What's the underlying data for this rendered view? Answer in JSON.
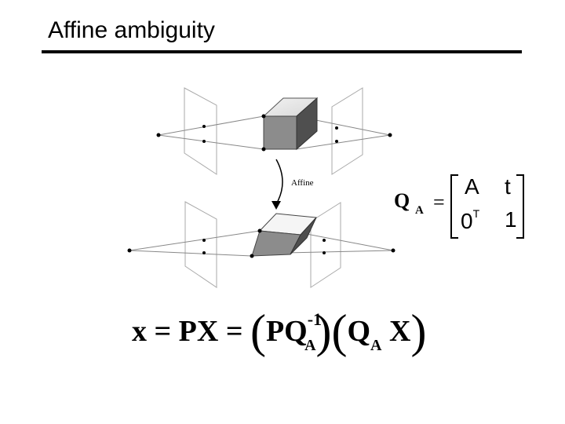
{
  "slide": {
    "title": "Affine ambiguity"
  },
  "diagram": {
    "transform_label": "Affine"
  },
  "matrix_equation": {
    "lhs": "Q",
    "lhs_subscript": "A",
    "equals": "=",
    "cells": {
      "top_left": "A",
      "top_right": "t",
      "bottom_left": "0",
      "bottom_left_sup": "T",
      "bottom_right": "1"
    }
  },
  "projection_equation": {
    "x": "x",
    "eq1": "=",
    "px": "PX",
    "eq2": "=",
    "open1": "(",
    "pq": "PQ",
    "inv": "-1",
    "sub1": "A",
    "close1": ")",
    "open2": "(",
    "q": "Q",
    "sub2": "A",
    "X": "X",
    "close2": ")"
  }
}
